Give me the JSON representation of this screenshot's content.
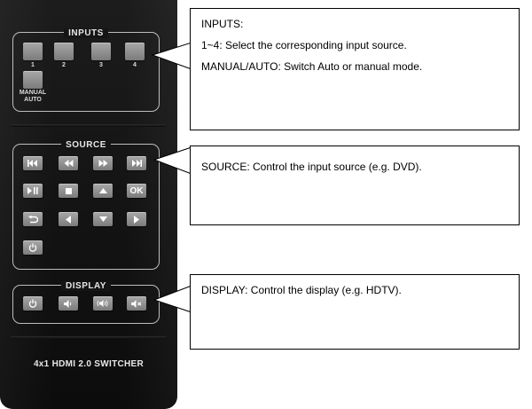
{
  "remote": {
    "inputs_title": "INPUTS",
    "input_buttons": [
      {
        "label": "1"
      },
      {
        "label": "2"
      },
      {
        "label": "3"
      },
      {
        "label": "4"
      }
    ],
    "manual_auto_label_1": "MANUAL",
    "manual_auto_label_2": "AUTO",
    "source_title": "SOURCE",
    "source_buttons": [
      {
        "icon": "skip-back-icon"
      },
      {
        "icon": "rewind-icon"
      },
      {
        "icon": "fast-forward-icon"
      },
      {
        "icon": "skip-forward-icon"
      },
      {
        "icon": "play-pause-icon"
      },
      {
        "icon": "stop-icon"
      },
      {
        "icon": "up-arrow-icon"
      },
      {
        "label": "OK"
      },
      {
        "icon": "return-icon"
      },
      {
        "icon": "left-arrow-icon"
      },
      {
        "icon": "down-arrow-icon"
      },
      {
        "icon": "right-arrow-icon"
      },
      {
        "icon": "power-icon"
      }
    ],
    "display_title": "DISPLAY",
    "display_buttons": [
      {
        "icon": "power-icon"
      },
      {
        "icon": "volume-down-icon"
      },
      {
        "icon": "volume-up-icon"
      },
      {
        "icon": "mute-icon"
      }
    ],
    "model_name": "4x1 HDMI 2.0 SWITCHER",
    "body_color": "#141414",
    "button_color": "#929292"
  },
  "callouts": {
    "inputs": {
      "line1": "INPUTS:",
      "line2": "1~4: Select the corresponding input source.",
      "line3": "MANUAL/AUTO: Switch Auto or manual mode."
    },
    "source": {
      "line1": "SOURCE: Control the input source (e.g. DVD)."
    },
    "display": {
      "line1": "DISPLAY: Control the display (e.g. HDTV)."
    }
  }
}
